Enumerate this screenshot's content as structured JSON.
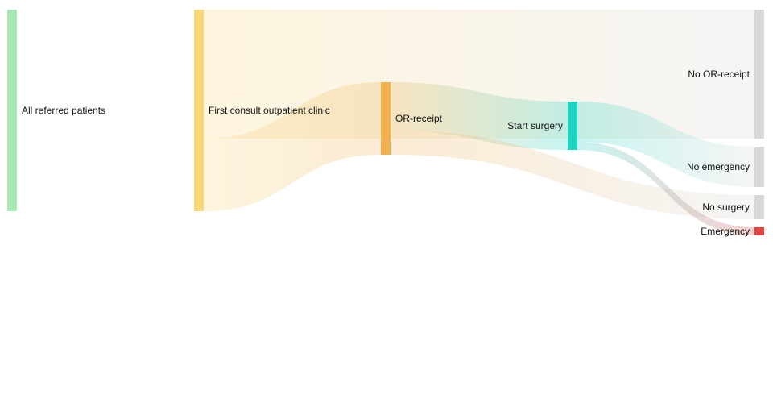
{
  "diagram": {
    "type": "sankey",
    "nodes": [
      {
        "id": "all",
        "label": "All referred patients",
        "color": "#a8e8b4"
      },
      {
        "id": "first",
        "label": "First consult outpatient clinic",
        "color": "#f8d67a"
      },
      {
        "id": "or",
        "label": "OR-receipt",
        "color": "#f0b050"
      },
      {
        "id": "start",
        "label": "Start surgery",
        "color": "#20d4c4"
      },
      {
        "id": "noor",
        "label": "No OR-receipt",
        "color": "#d8d8d8"
      },
      {
        "id": "noemerg",
        "label": "No emergency",
        "color": "#d8d8d8"
      },
      {
        "id": "nosurg",
        "label": "No surgery",
        "color": "#d8d8d8"
      },
      {
        "id": "emerg",
        "label": "Emergency",
        "color": "#e04444"
      }
    ],
    "links": [
      {
        "source": "all",
        "target": "first",
        "value": 100
      },
      {
        "source": "first",
        "target": "noor",
        "value": 64
      },
      {
        "source": "first",
        "target": "or",
        "value": 36
      },
      {
        "source": "or",
        "target": "start",
        "value": 24
      },
      {
        "source": "or",
        "target": "nosurg",
        "value": 12
      },
      {
        "source": "start",
        "target": "noemerg",
        "value": 20
      },
      {
        "source": "start",
        "target": "emerg",
        "value": 4
      }
    ]
  }
}
